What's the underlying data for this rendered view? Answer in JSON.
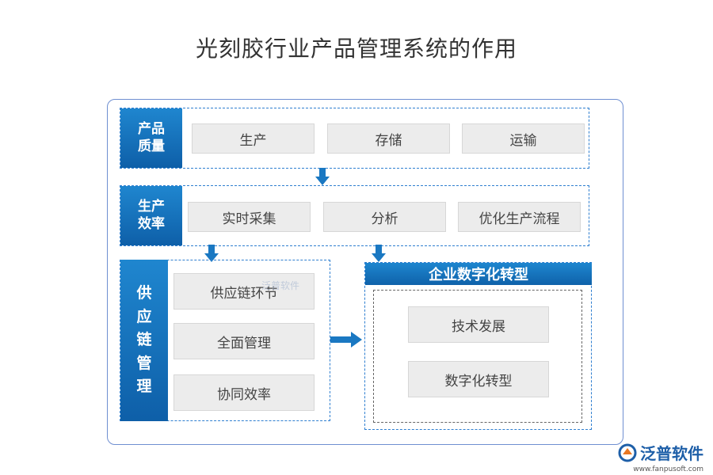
{
  "title": "光刻胶行业产品管理系统的作用",
  "sections": {
    "quality": {
      "label_line1": "产品",
      "label_line2": "质量",
      "items": [
        "生产",
        "存储",
        "运输"
      ]
    },
    "efficiency": {
      "label_line1": "生产",
      "label_line2": "效率",
      "items": [
        "实时采集",
        "分析",
        "优化生产流程"
      ]
    },
    "supply": {
      "label_chars": [
        "供",
        "应",
        "链",
        "管",
        "理"
      ],
      "items": [
        "供应链环节",
        "全面管理",
        "协同效率"
      ]
    },
    "digital": {
      "header": "企业数字化转型",
      "items": [
        "技术发展",
        "数字化转型"
      ]
    }
  },
  "watermark": "泛普软件",
  "logo": {
    "name": "泛普软件",
    "url": "www.fanpusoft.com"
  },
  "colors": {
    "primary": "#1a78c2",
    "dash": "#2f7fd0",
    "box_bg": "#ececec"
  }
}
